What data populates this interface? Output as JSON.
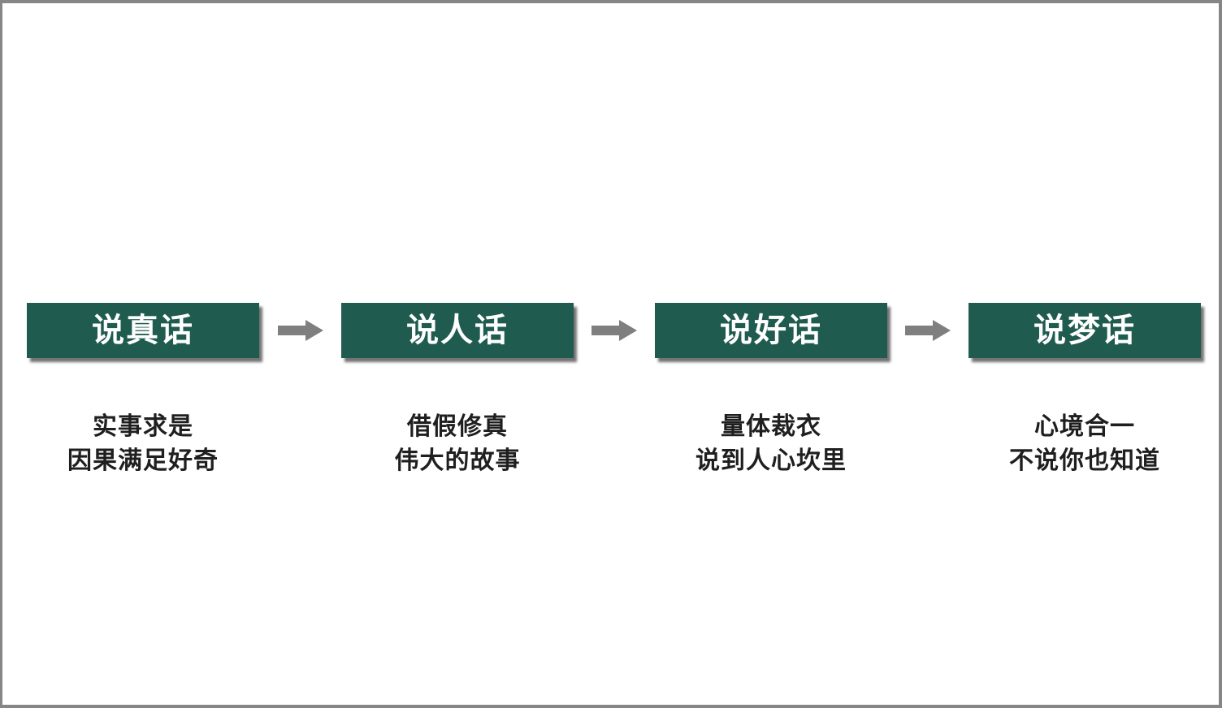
{
  "slide": {
    "background_color": "#ffffff",
    "frame_color": "#868686"
  },
  "flow": {
    "box_fill_color": "#1F5B4F",
    "box_text_color": "#ffffff",
    "box_shadow_color": "#464646",
    "arrow_color": "#7F7F7F",
    "caption_text_color": "#1f1f1f",
    "steps": [
      {
        "title": "说真话",
        "caption_line1": "实事求是",
        "caption_line2": "因果满足好奇"
      },
      {
        "title": "说人话",
        "caption_line1": "借假修真",
        "caption_line2": "伟大的故事"
      },
      {
        "title": "说好话",
        "caption_line1": "量体裁衣",
        "caption_line2": "说到人心坎里"
      },
      {
        "title": "说梦话",
        "caption_line1": "心境合一",
        "caption_line2": "不说你也知道"
      }
    ]
  }
}
